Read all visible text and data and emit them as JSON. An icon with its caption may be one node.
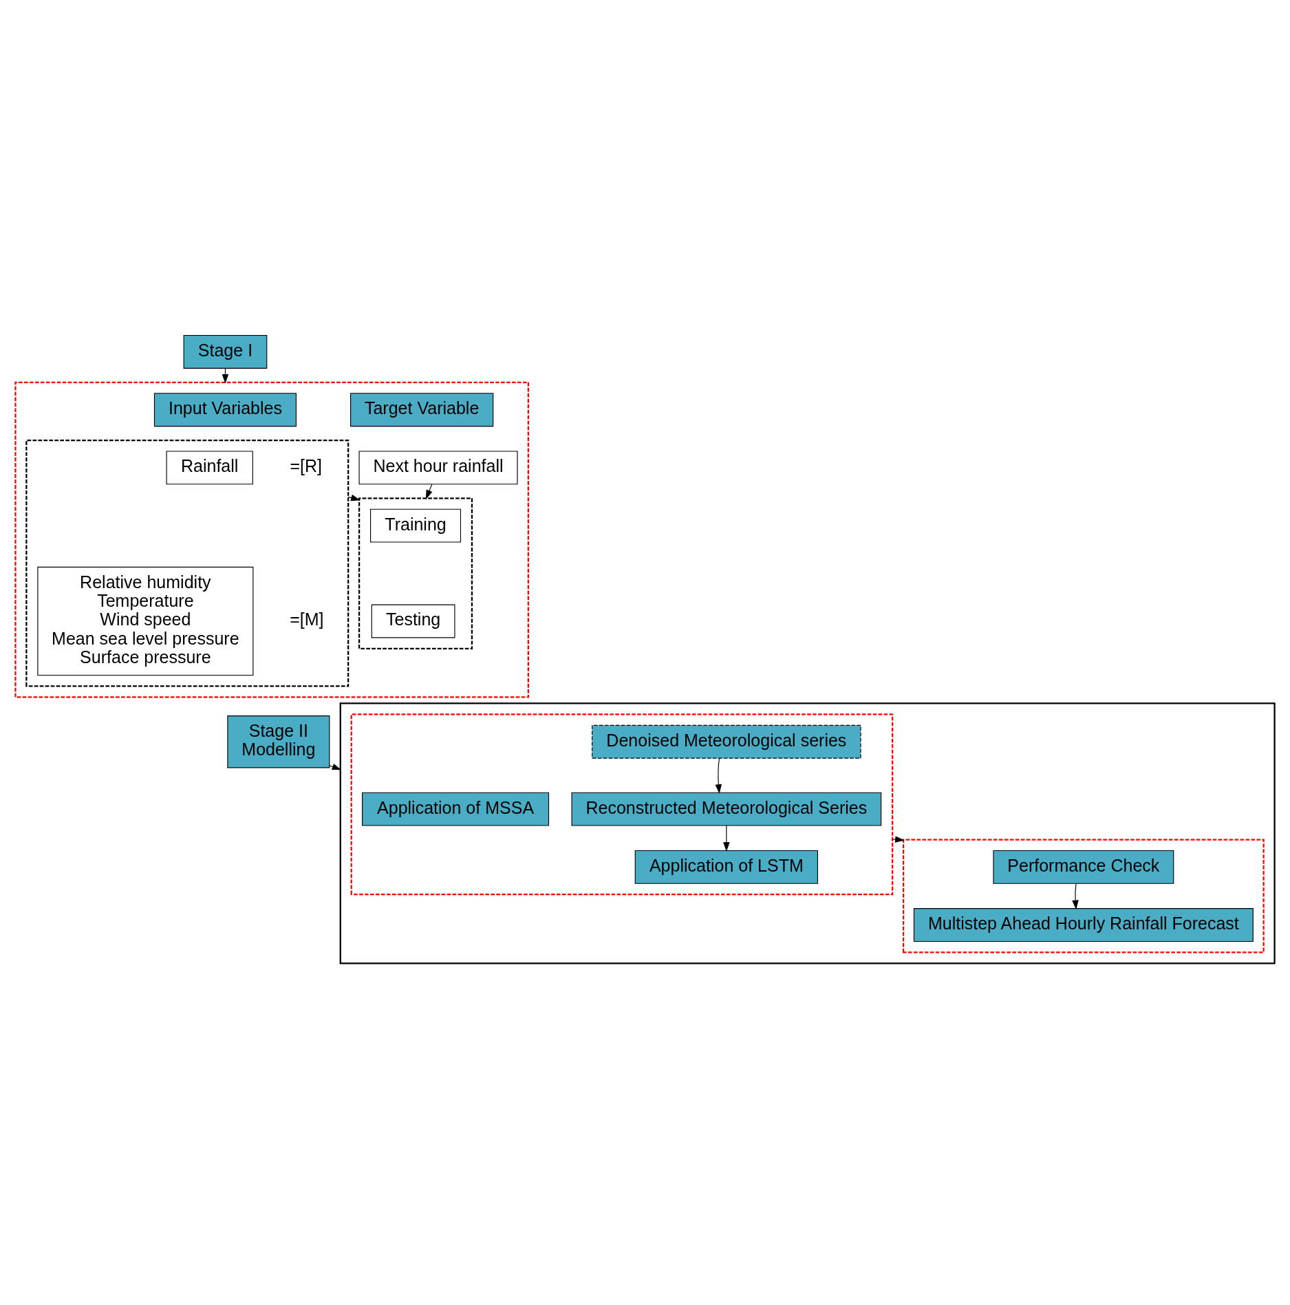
{
  "diagram": {
    "nodes": [
      {
        "text": [
          "Stage I"
        ]
      },
      {
        "text": [],
        "shape": "box"
      },
      {
        "text": [
          "Input Variables"
        ],
        "in": 1
      },
      {
        "text": [
          "Target Variable"
        ],
        "in": 1
      },
      {
        "text": [],
        "shape": "box",
        "in": 1
      },
      {
        "text": [
          "Rainfall"
        ],
        "in": 4,
        "beside": [
          "=[R]"
        ]
      },
      {
        "text": [
          "Relative humidity",
          "Temperature",
          "Wind speed",
          "Mean sea level pressure",
          "Surface pressure"
        ],
        "in": 4,
        "beside": [
          "=[M]"
        ]
      },
      {
        "text": [
          "Next hour rainfall"
        ],
        "in": 1
      },
      {
        "text": [],
        "shape": "box",
        "in": 1
      },
      {
        "text": [
          "Training"
        ],
        "in": 8
      },
      {
        "text": [
          "Testing"
        ],
        "in": 8
      },
      {
        "text": [
          "Stage II",
          "Modelling"
        ]
      },
      {
        "text": [],
        "shape": "box"
      },
      {
        "text": [],
        "shape": "box",
        "in": 12
      },
      {
        "text": [
          "Application of MSSA"
        ],
        "in": 13
      },
      {
        "text": [
          "Denoised Meteorological series"
        ],
        "in": 13
      },
      {
        "text": [
          "Reconstructed Meteorological Series"
        ],
        "in": 13
      },
      {
        "text": [
          "Application of LSTM"
        ],
        "in": 13
      },
      {
        "text": [],
        "shape": "box",
        "in": 12
      },
      {
        "text": [
          "Performance Check"
        ],
        "in": 18
      },
      {
        "text": [
          "Multistep Ahead Hourly Rainfall Forecast"
        ],
        "in": 18
      }
    ],
    "edges": [
      {
        "from": 0,
        "to": 1,
        "arrow": "to"
      },
      {
        "from": 7,
        "to": 8,
        "arrow": "to"
      },
      {
        "from": 4,
        "to": 8,
        "arrow": "to"
      },
      {
        "from": 11,
        "to": 12,
        "arrow": "to"
      },
      {
        "from": 15,
        "to": 16,
        "arrow": "to"
      },
      {
        "from": 16,
        "to": 17,
        "arrow": "to"
      },
      {
        "from": 13,
        "to": 18,
        "arrow": "to"
      },
      {
        "from": 19,
        "to": 20,
        "arrow": "to"
      }
    ]
  }
}
